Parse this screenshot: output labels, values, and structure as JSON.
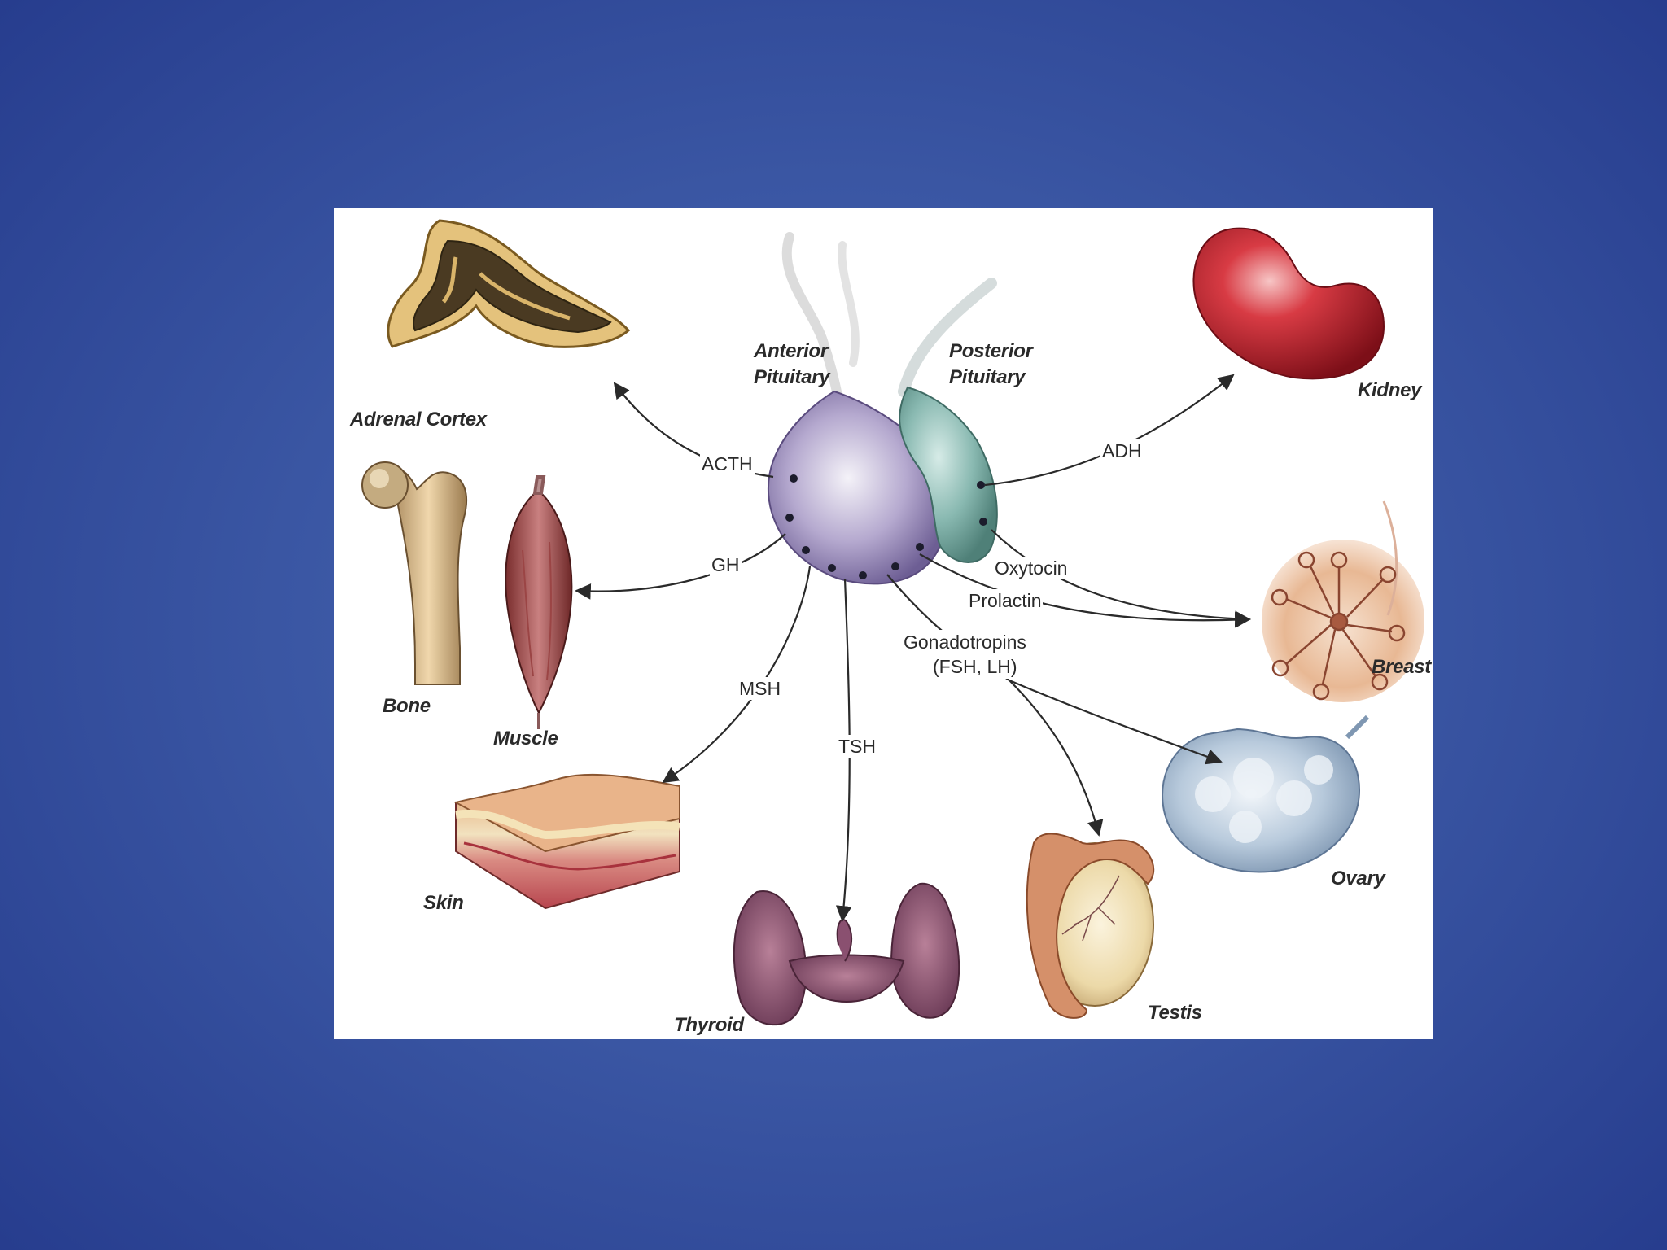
{
  "diagram": {
    "center": {
      "anterior": [
        "Anterior",
        "Pituitary"
      ],
      "posterior": [
        "Posterior",
        "Pituitary"
      ]
    },
    "organs": {
      "adrenal_cortex": "Adrenal Cortex",
      "kidney": "Kidney",
      "bone": "Bone",
      "muscle": "Muscle",
      "breast": "Breast",
      "skin": "Skin",
      "thyroid": "Thyroid",
      "testis": "Testis",
      "ovary": "Ovary"
    },
    "hormones": {
      "acth": "ACTH",
      "adh": "ADH",
      "gh": "GH",
      "oxytocin": "Oxytocin",
      "prolactin": "Prolactin",
      "msh": "MSH",
      "tsh": "TSH",
      "gonadotropins": [
        "Gonadotropins",
        "(FSH, LH)"
      ]
    },
    "colors": {
      "background": "#3a56a3",
      "anterior_lobe": "#8f80b3",
      "posterior_lobe": "#6fa39b",
      "kidney": "#c6202c",
      "arrow": "#2a2a2a"
    }
  }
}
